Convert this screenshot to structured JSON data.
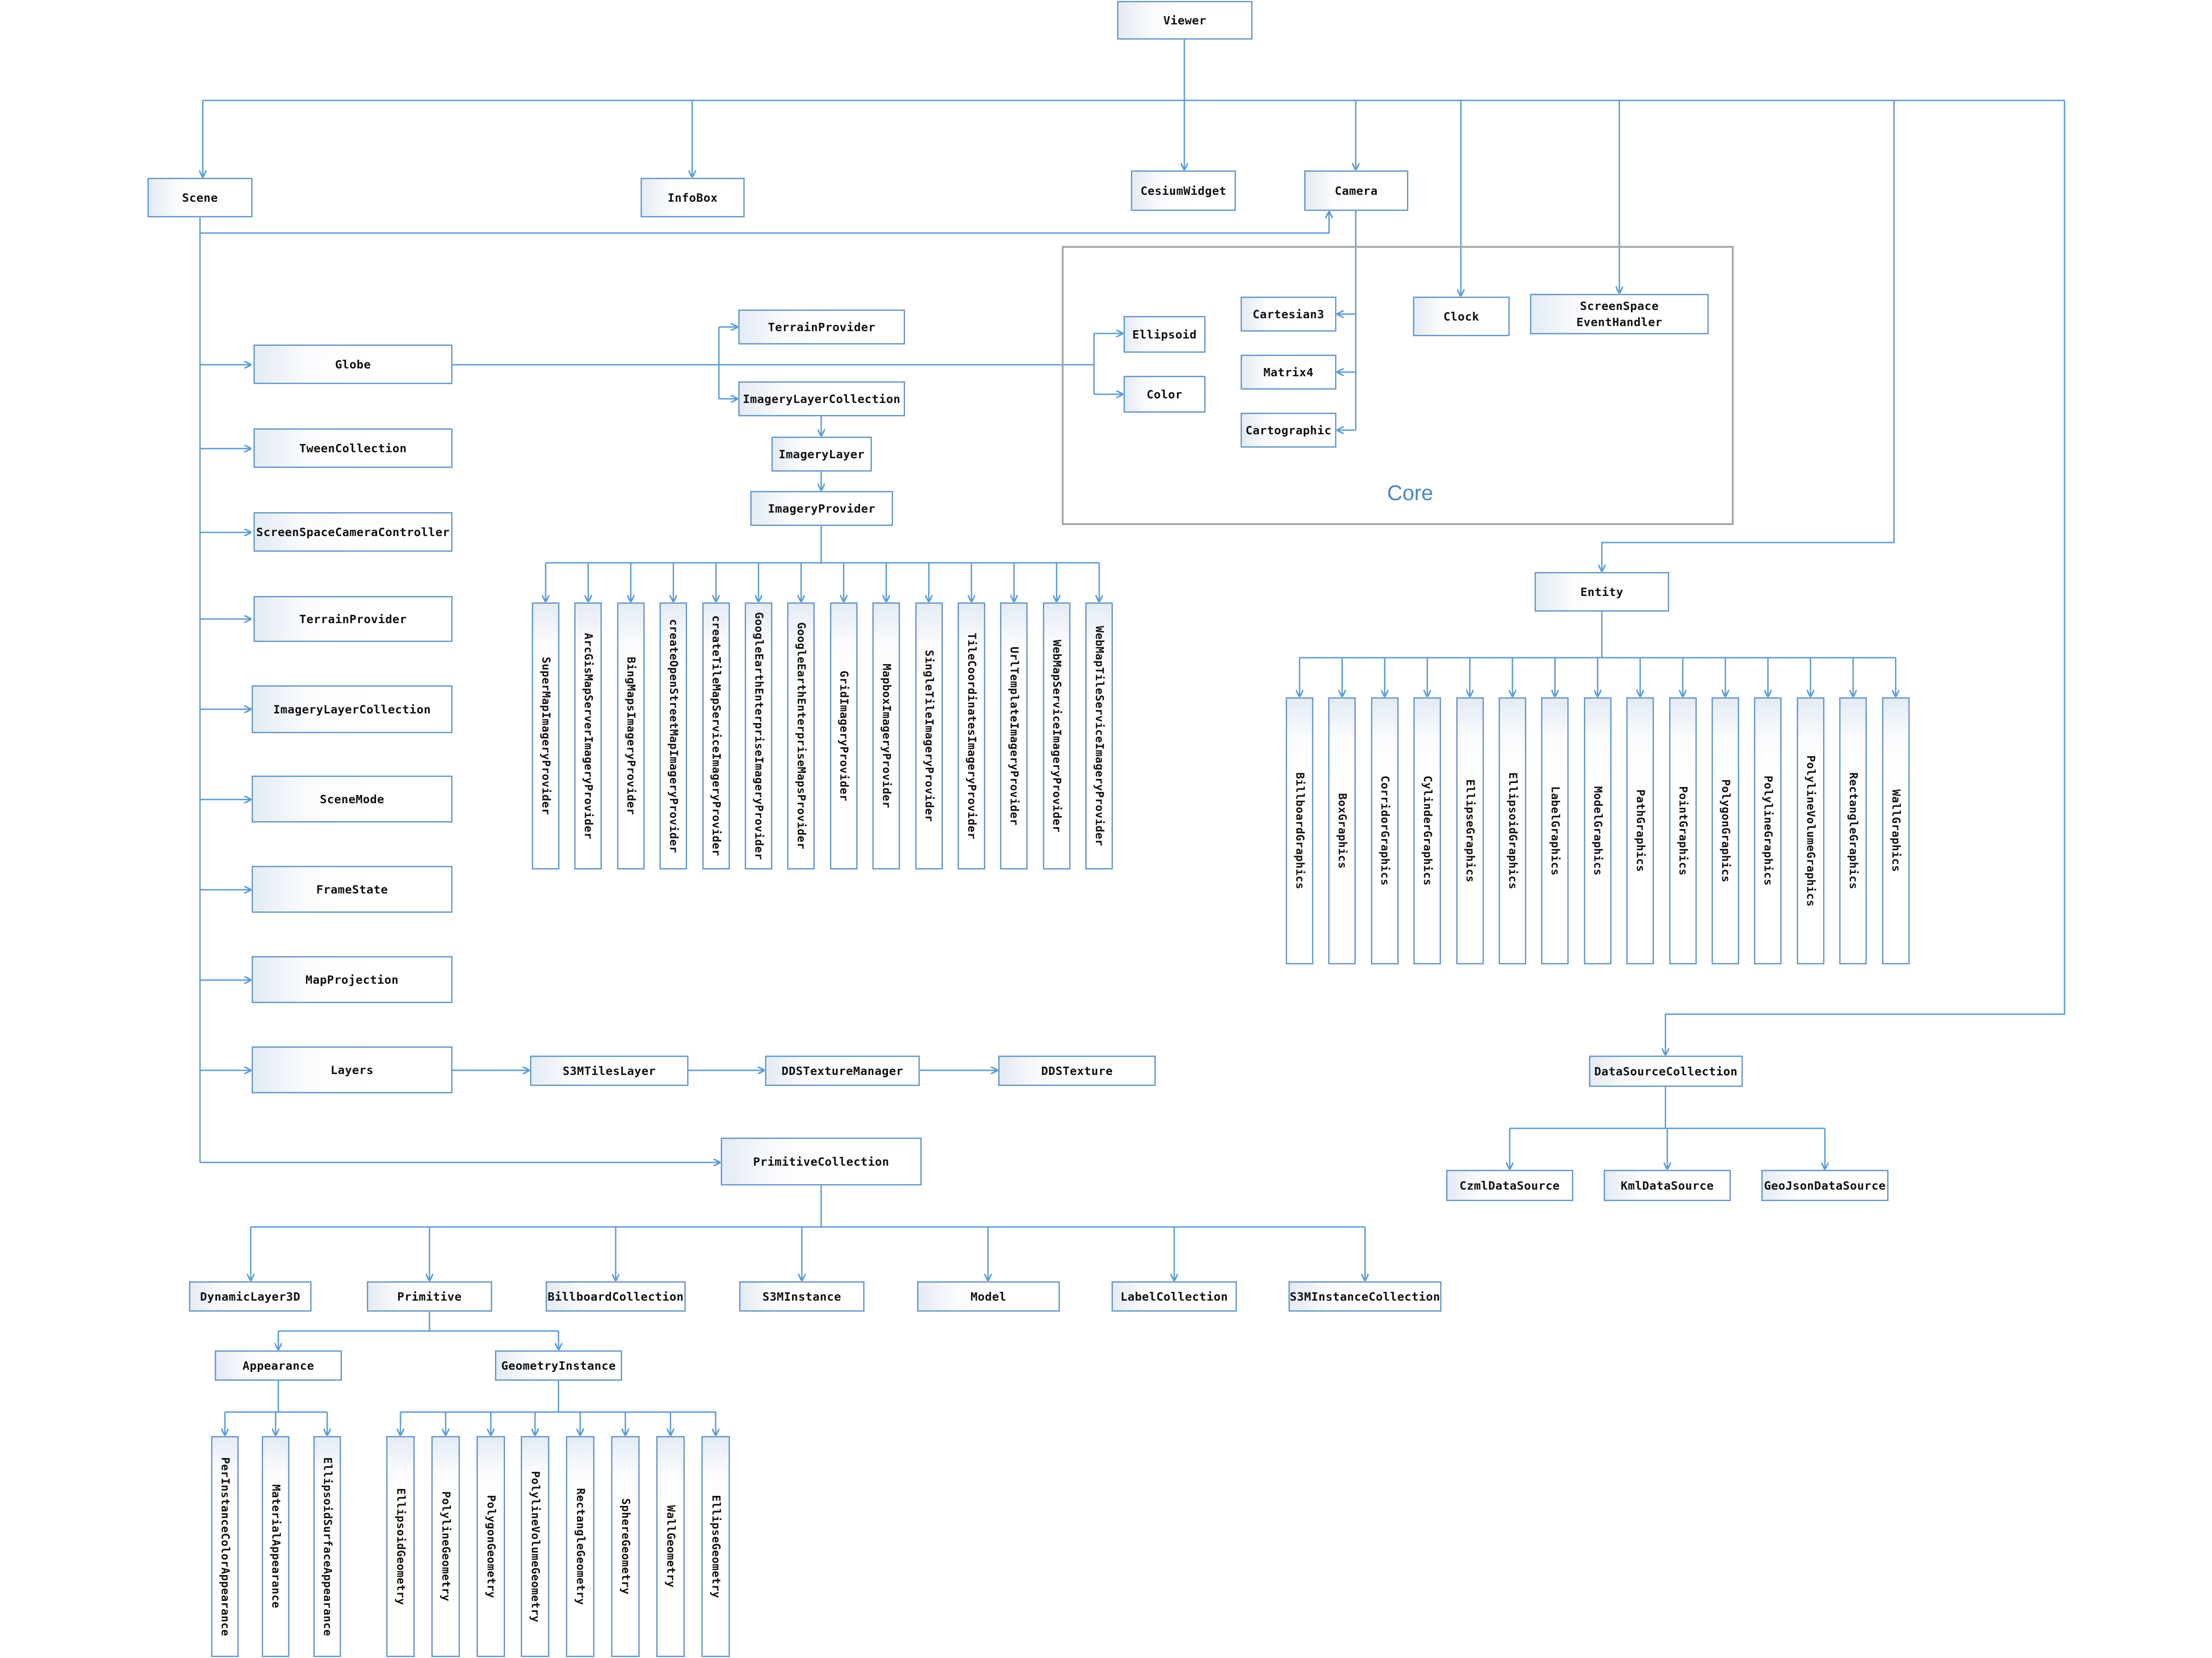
{
  "diagram": {
    "frame_label": "Core",
    "colors": {
      "line": "#5b9bd5",
      "box_border": "#6f9dcb",
      "frame": "#a6a6a6",
      "frame_label": "#4a86c5"
    },
    "nodes": {
      "viewer": "Viewer",
      "scene": "Scene",
      "infobox": "InfoBox",
      "cesium_widget": "CesiumWidget",
      "camera": "Camera",
      "clock": "Clock",
      "screen_space_event_handler": "ScreenSpace\nEventHandler",
      "ellipsoid": "Ellipsoid",
      "color": "Color",
      "cartesian3": "Cartesian3",
      "matrix4": "Matrix4",
      "cartographic": "Cartographic",
      "globe": "Globe",
      "tween_collection": "TweenCollection",
      "screen_space_camera_controller": "ScreenSpaceCameraController",
      "terrain_provider_scene": "TerrainProvider",
      "imagery_layer_collection_scene": "ImageryLayerCollection",
      "scene_mode": "SceneMode",
      "frame_state": "FrameState",
      "map_projection": "MapProjection",
      "layers": "Layers",
      "s3m_tiles_layer": "S3MTilesLayer",
      "dds_texture_manager": "DDSTextureManager",
      "dds_texture": "DDSTexture",
      "terrain_provider_globe": "TerrainProvider",
      "imagery_layer_collection_globe": "ImageryLayerCollection",
      "imagery_layer": "ImageryLayer",
      "imagery_provider": "ImageryProvider",
      "entity": "Entity",
      "data_source_collection": "DataSourceCollection",
      "czml_data_source": "CzmlDataSource",
      "kml_data_source": "KmlDataSource",
      "geojson_data_source": "GeoJsonDataSource",
      "primitive_collection": "PrimitiveCollection",
      "dynamic_layer_3d": "DynamicLayer3D",
      "primitive": "Primitive",
      "billboard_collection": "BillboardCollection",
      "s3m_instance": "S3MInstance",
      "model": "Model",
      "label_collection": "LabelCollection",
      "s3m_instance_collection": "S3MInstanceCollection",
      "appearance": "Appearance",
      "geometry_instance": "GeometryInstance"
    },
    "imagery_providers": [
      "SuperMapImageryProvider",
      "ArcGisMapServerImageryProvider",
      "BingMapsImageryProvider",
      "createOpenStreetMapImageryProvider",
      "createTileMapServiceImageryProvider",
      "GoogleEarthEnterpriseImageryProvider",
      "GoogleEarthEnterpriseMapsProvider",
      "GridImageryProvider",
      "MapboxImageryProvider",
      "SingleTileImageryProvider",
      "TileCoordinatesImageryProvider",
      "UrlTemplateImageryProvider",
      "WebMapServiceImageryProvider",
      "WebMapTileServiceImageryProvider"
    ],
    "entity_graphics": [
      "BillboardGraphics",
      "BoxGraphics",
      "CorridorGraphics",
      "CylinderGraphics",
      "EllipseGraphics",
      "EllipsoidGraphics",
      "LabelGraphics",
      "ModelGraphics",
      "PathGraphics",
      "PointGraphics",
      "PolygonGraphics",
      "PolylineGraphics",
      "PolylineVolumeGraphics",
      "RectangleGraphics",
      "WallGraphics"
    ],
    "appearances": [
      "PerInstanceColorAppearance",
      "MaterialAppearance",
      "EllipsoidSurfaceAppearance"
    ],
    "geometries": [
      "EllipsoidGeometry",
      "PolylineGeometry",
      "PolygonGeometry",
      "PolylineVolumeGeometry",
      "RectangleGeometry",
      "SphereGeometry",
      "WallGeometry",
      "EllipseGeometry"
    ]
  }
}
